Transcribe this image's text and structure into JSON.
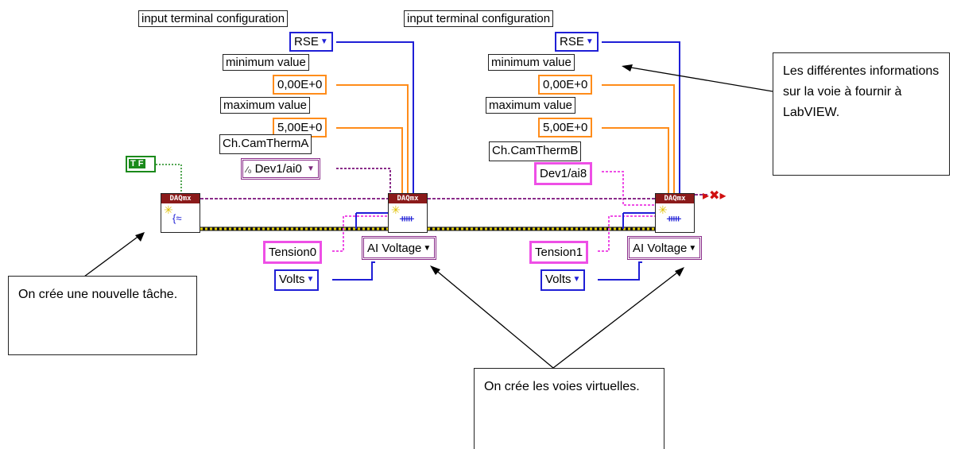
{
  "left_chain": {
    "itc_label": "input terminal configuration",
    "itc_value": "RSE",
    "min_label": "minimum value",
    "min_value": "0,00E+0",
    "max_label": "maximum value",
    "max_value": "5,00E+0",
    "channel_name": "Ch.CamThermA",
    "physical_channel": "Dev1/ai0",
    "name_to_assign": "Tension0",
    "units": "Volts",
    "polymorph": "AI Voltage"
  },
  "right_chain": {
    "itc_label": "input terminal configuration",
    "itc_value": "RSE",
    "min_label": "minimum value",
    "min_value": "0,00E+0",
    "max_label": "maximum value",
    "max_value": "5,00E+0",
    "channel_name": "Ch.CamThermB",
    "physical_channel": "Dev1/ai8",
    "name_to_assign": "Tension1",
    "units": "Volts",
    "polymorph": "AI Voltage"
  },
  "vi_header": "DAQmx",
  "bool_glyph": "T F",
  "notes": {
    "top_right": "Les différentes informations sur la voie à fournir à LabVIEW.",
    "bottom_left": "On crée une nouvelle tâche.",
    "bottom_center": "On crée les voies virtuelles."
  },
  "icons": [
    "dropdown-arrow-icon",
    "error-cluster-icon",
    "new-task-vi-icon",
    "create-channel-vi-icon"
  ],
  "colors": {
    "orange_wire": "#ff8c1a",
    "blue_wire": "#1f1fd6",
    "pink_wire": "#ee4fe6",
    "task_wire": "#8a2d8a",
    "error_wire": "#c8b400",
    "bool_green": "#1b8a1b"
  }
}
